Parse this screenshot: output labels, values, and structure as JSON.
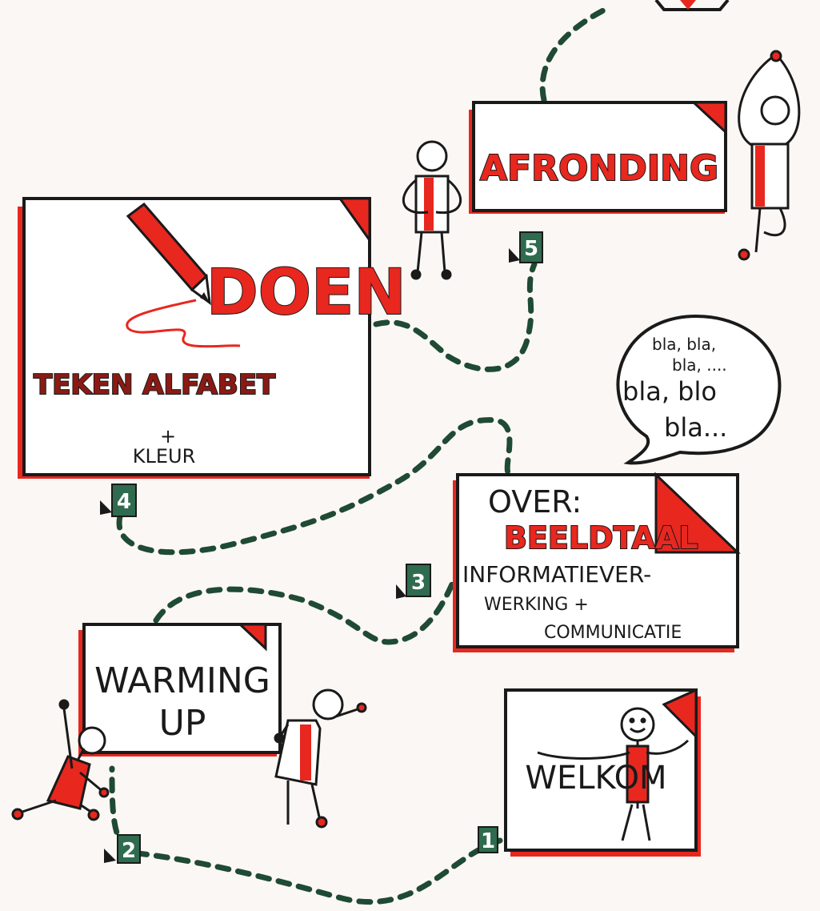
{
  "colors": {
    "accent_red": "#e8271f",
    "ink": "#1a1a1a",
    "path_green": "#1f4a33",
    "badge_green": "#2f6b4e",
    "paper": "#fbf7f4"
  },
  "steps": [
    {
      "number": "1",
      "title": "WELKOM"
    },
    {
      "number": "2",
      "title_line1": "WARMING",
      "title_line2": "UP"
    },
    {
      "number": "3",
      "line1": "OVER:",
      "line2": "BEELDTAAL",
      "line3": "INFORMATIEVER-",
      "line4": "WERKING +",
      "line5": "COMMUNICATIE"
    },
    {
      "number": "4",
      "title": "DOEN",
      "subtitle": "TEKEN ALFABET",
      "plus": "+",
      "subtitle2": "KLEUR"
    },
    {
      "number": "5",
      "title": "AFRONDING"
    }
  ],
  "speech_bubble": {
    "line1": "bla, bla,",
    "line2": "bla, ....",
    "line3": "bla, blo",
    "line4": "bla..."
  },
  "icons": [
    "pencil-icon",
    "stick-figure-icon",
    "speech-bubble-icon",
    "dashed-path"
  ]
}
